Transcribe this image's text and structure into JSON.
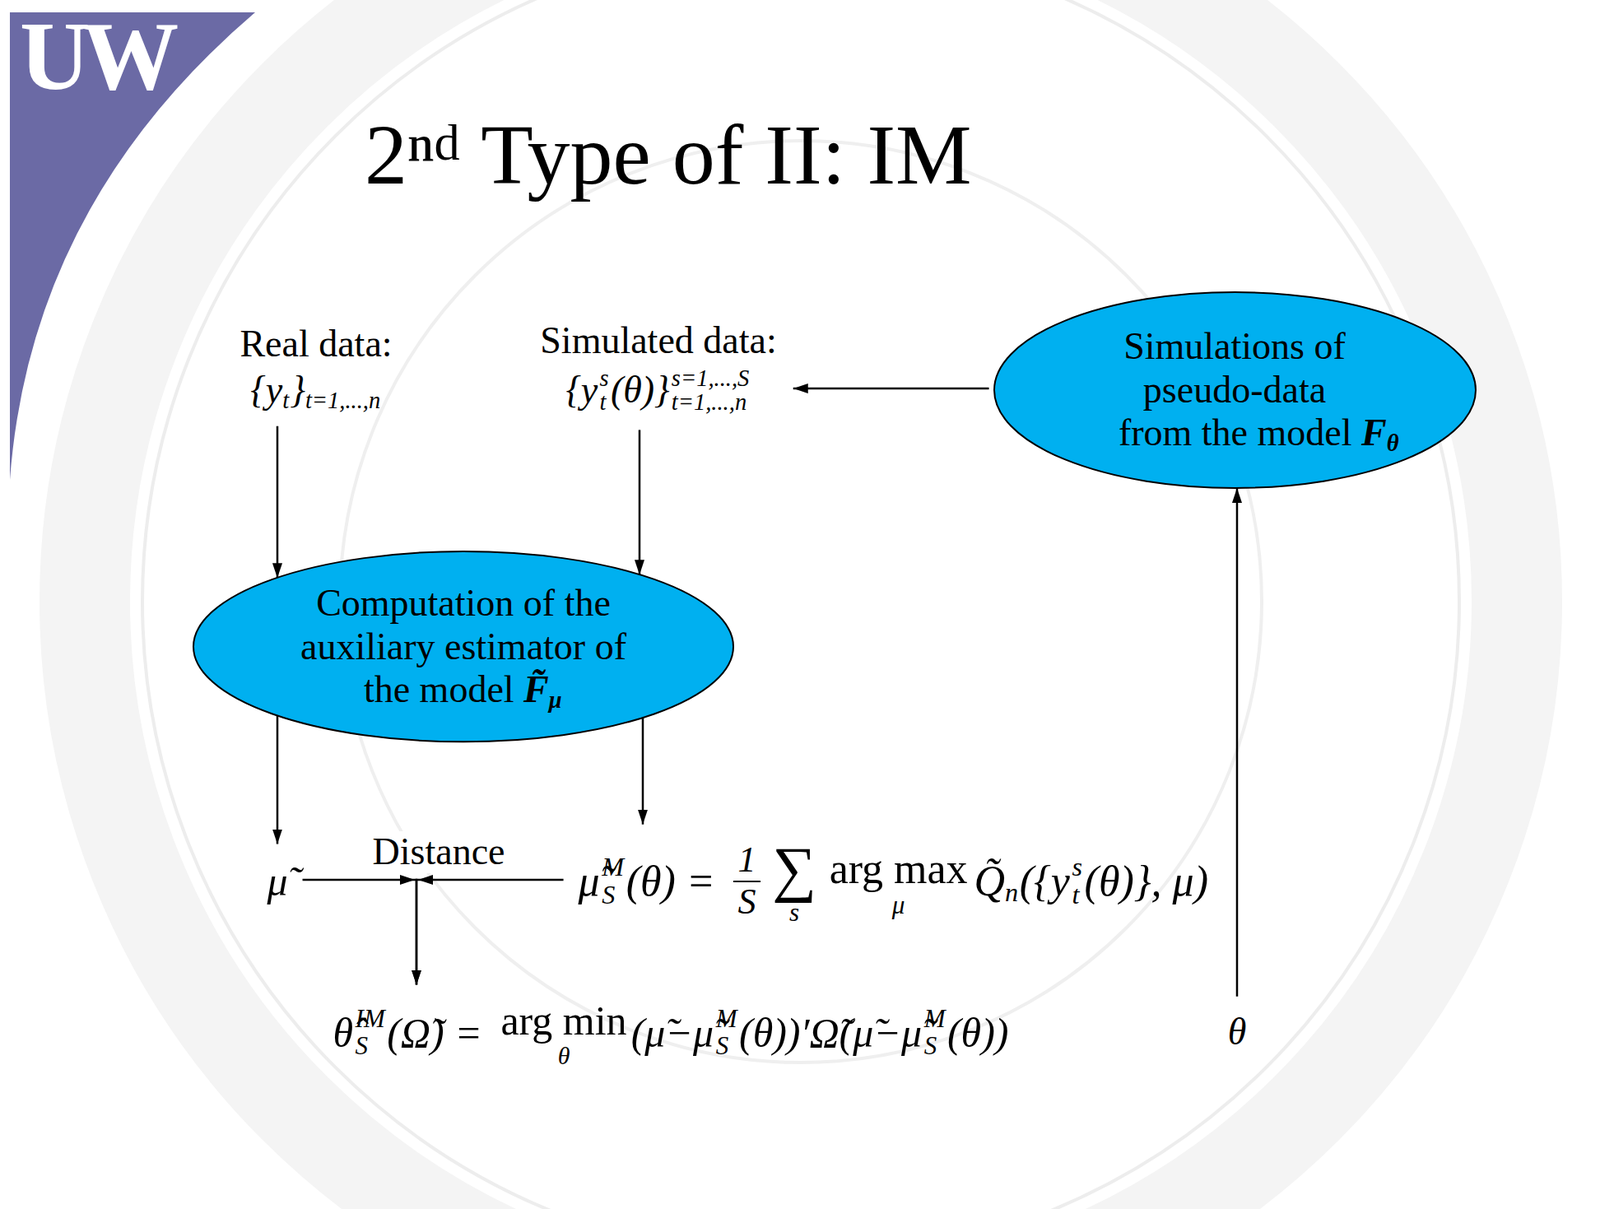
{
  "diagram": {
    "title": "2ⁿᵈ Type of II: IM",
    "nodes": [
      {
        "text": [
          "Real data:",
          "{y",
          "t",
          "}",
          "t=1,...,n"
        ]
      },
      {
        "text": [
          "Simulated data:",
          "{y",
          "s",
          "t",
          "(θ)}",
          "s=1,...,S",
          "t=1,...,n"
        ]
      },
      {
        "text": [
          "Simulations of pseudo-data from the model",
          "F",
          "θ"
        ]
      },
      {
        "text": [
          "Computation of the auxiliary estimator of the model",
          "F̃",
          "μ"
        ]
      },
      {
        "text": [
          "μ̃"
        ]
      },
      {
        "text": [
          "μ̃",
          "M",
          "S",
          "(θ) =",
          "1",
          "S",
          "∑",
          "s",
          "arg max",
          "μ",
          "Q̃",
          "n",
          "({y",
          "s",
          "t",
          "(θ)}, μ)"
        ]
      },
      {
        "text": [
          "θ̂",
          "IM",
          "S",
          "(Ω̃) =",
          "arg min",
          "θ",
          "(μ̃−μ̃",
          "M",
          "S",
          "(θ))′Ω̃(μ̃−μ̃",
          "M",
          "S",
          "(θ))"
        ]
      },
      {
        "text": [
          "θ"
        ]
      }
    ],
    "edges": [
      {
        "from": 0,
        "to": 3,
        "arrow": "to"
      },
      {
        "from": 1,
        "to": 3,
        "arrow": "to"
      },
      {
        "from": 3,
        "to": 4,
        "arrow": "to"
      },
      {
        "from": 3,
        "to": 5,
        "arrow": "to"
      },
      {
        "from": 4,
        "to": 6,
        "arrow": "to",
        "label": "Distance"
      },
      {
        "from": 5,
        "to": 6,
        "arrow": "to"
      },
      {
        "from": 7,
        "to": 2,
        "arrow": "to"
      },
      {
        "from": 2,
        "to": 1,
        "arrow": "to"
      }
    ],
    "labels": [
      "UW"
    ]
  }
}
